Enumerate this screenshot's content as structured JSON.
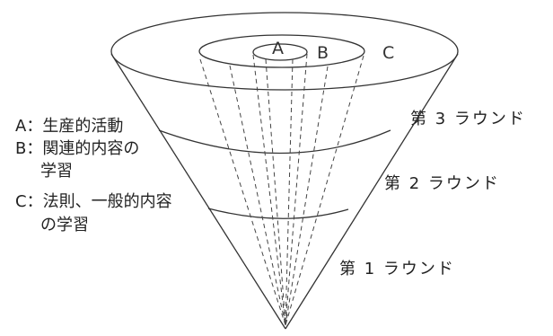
{
  "rings": {
    "a": "A",
    "b": "B",
    "c": "C"
  },
  "legend": {
    "a_line1": "A：生産的活動",
    "b_line1": "B：関連的内容の",
    "b_line2": "学習",
    "c_line1": "C：法則、一般的内容",
    "c_line2": "の学習"
  },
  "rounds": {
    "round3": "第 3 ラウンド",
    "round2": "第 2 ラウンド",
    "round1": "第 1 ラウンド"
  },
  "colors": {
    "line": "#333333",
    "background": "#ffffff"
  }
}
